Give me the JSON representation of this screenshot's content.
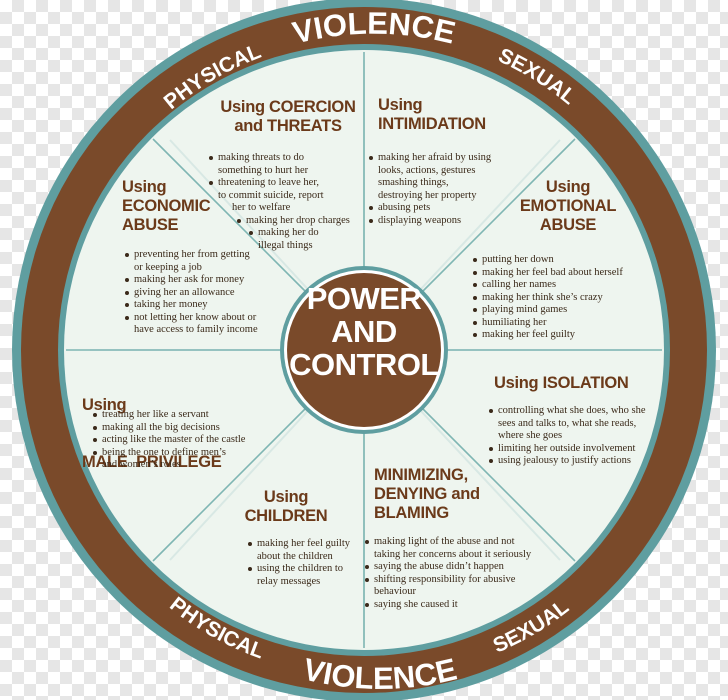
{
  "rim": {
    "top": {
      "left": "PHYSICAL",
      "center": "VIOLENCE",
      "right": "SEXUAL"
    },
    "bottom": {
      "left": "PHYSICAL",
      "center": "VIOLENCE",
      "right": "SEXUAL"
    }
  },
  "center": {
    "lines": [
      "POWER",
      "AND",
      "CONTROL"
    ]
  },
  "colors": {
    "brown": "#7a4a2a",
    "teal": "#5f9ea0",
    "cream": "#eef5ef",
    "text": "#3b2a1a"
  },
  "wedges": {
    "coercion": {
      "title": [
        "Using COERCION",
        "and THREATS"
      ],
      "items": [
        [
          "making threats to do",
          "something to hurt her"
        ],
        [
          "threatening to leave her,",
          "to commit suicide, report",
          "her to welfare"
        ],
        [
          "making her drop charges"
        ],
        [
          "making her do",
          "illegal things"
        ]
      ]
    },
    "intimidation": {
      "title": [
        "Using",
        "INTIMIDATION"
      ],
      "items": [
        [
          "making her afraid by using",
          "looks, actions, gestures",
          "smashing things,",
          "destroying her property"
        ],
        [
          "abusing pets"
        ],
        [
          "displaying weapons"
        ]
      ]
    },
    "emotional": {
      "title": [
        "Using",
        "EMOTIONAL",
        "ABUSE"
      ],
      "items": [
        [
          "putting her down"
        ],
        [
          "making her feel bad about herself"
        ],
        [
          "calling her names"
        ],
        [
          "making her think she’s crazy"
        ],
        [
          "playing mind games"
        ],
        [
          "humiliating her"
        ],
        [
          "making her feel guilty"
        ]
      ]
    },
    "isolation": {
      "title": [
        "Using ISOLATION"
      ],
      "items": [
        [
          "controlling what she does, who she",
          "sees and talks to, what she reads,",
          "where she goes"
        ],
        [
          "limiting her outside involvement"
        ],
        [
          "using jealousy to justify actions"
        ]
      ]
    },
    "minimizing": {
      "title": [
        "MINIMIZING,",
        "DENYING and",
        "BLAMING"
      ],
      "items": [
        [
          "making light of the abuse and not",
          "taking her concerns about it seriously"
        ],
        [
          "saying the abuse didn’t happen"
        ],
        [
          "shifting responsibility for abusive",
          "behaviour"
        ],
        [
          "saying she caused it"
        ]
      ]
    },
    "children": {
      "title": [
        "Using",
        "CHILDREN"
      ],
      "items": [
        [
          "making her feel guilty",
          "about the children"
        ],
        [
          "using the children to",
          "relay messages"
        ]
      ]
    },
    "privilege": {
      "title": [
        "Using",
        "MALE  PRIVILEGE"
      ],
      "items": [
        [
          "treating her like a servant"
        ],
        [
          "making all the big decisions"
        ],
        [
          "acting like the master of the castle"
        ],
        [
          "being the one to define men’s",
          "and women’s roles"
        ]
      ]
    },
    "economic": {
      "title": [
        "Using",
        "ECONOMIC",
        "ABUSE"
      ],
      "items": [
        [
          "preventing her from getting",
          "or keeping a job"
        ],
        [
          "making her ask for money"
        ],
        [
          "giving her an allowance"
        ],
        [
          "taking her money"
        ],
        [
          "not letting her know about or",
          "have access to family income"
        ]
      ]
    }
  }
}
